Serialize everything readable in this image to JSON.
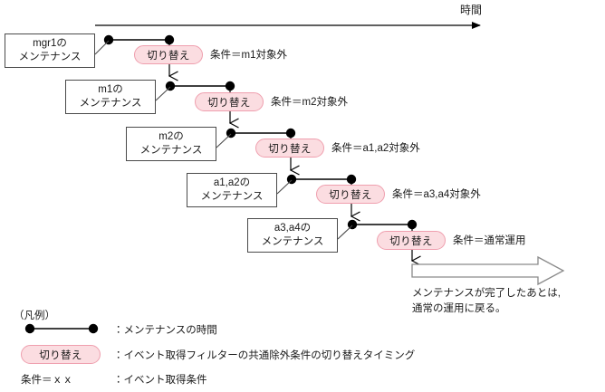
{
  "diagram": {
    "time_axis": {
      "label": "時間"
    },
    "rows": [
      {
        "box_lines": [
          "mgr1の",
          "メンテナンス"
        ],
        "pill": "切り替え",
        "condition": "条件＝m1対象外"
      },
      {
        "box_lines": [
          "m1の",
          "メンテナンス"
        ],
        "pill": "切り替え",
        "condition": "条件＝m2対象外"
      },
      {
        "box_lines": [
          "m2の",
          "メンテナンス"
        ],
        "pill": "切り替え",
        "condition": "条件＝a1,a2対象外"
      },
      {
        "box_lines": [
          "a1,a2の",
          "メンテナンス"
        ],
        "pill": "切り替え",
        "condition": "条件＝a3,a4対象外"
      },
      {
        "box_lines": [
          "a3,a4の",
          "メンテナンス"
        ],
        "pill": "切り替え",
        "condition": "条件＝通常運用"
      }
    ],
    "final_note": "メンテナンスが完了したあとは,\n通常の運用に戻る。"
  },
  "legend": {
    "title": "（凡例）",
    "items": [
      {
        "symbol": "maintenance-span-line",
        "symbol_text": "",
        "description": "：メンテナンスの時間"
      },
      {
        "symbol": "switch-pill",
        "symbol_text": "切り替え",
        "description": "：イベント取得フィルターの共通除外条件の切り替えタイミング"
      },
      {
        "symbol": "condition-text",
        "symbol_text": "条件＝ｘｘ",
        "description": "：イベント取得条件"
      }
    ]
  },
  "colors": {
    "pill_fill": "#fbdde1",
    "pill_border": "#ef9fae",
    "line": "#000000",
    "box_border": "#4a4a4a",
    "text": "#1a1a1a"
  }
}
